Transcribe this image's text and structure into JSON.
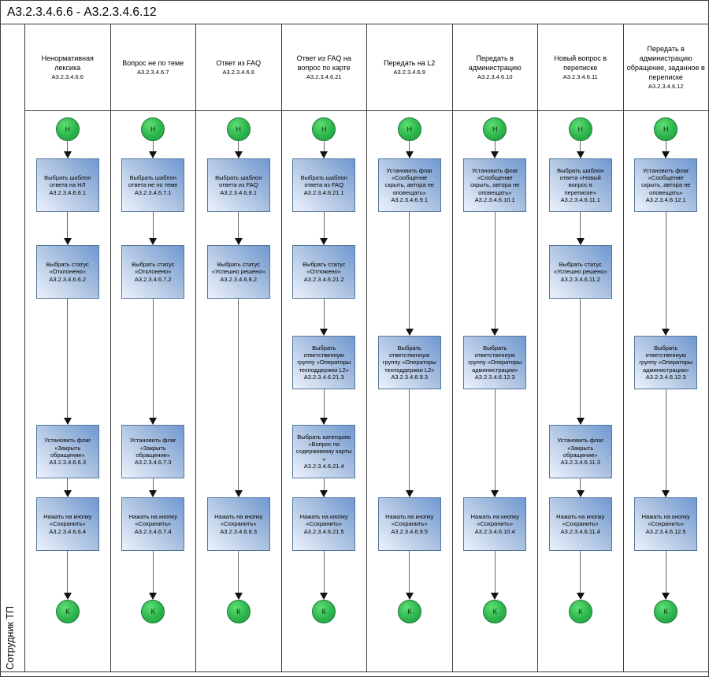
{
  "title": "А3.2.3.4.6.6 - А3.2.3.4.6.12",
  "lane": {
    "label": "Сотрудник ТП"
  },
  "events": {
    "start_label": "Н",
    "end_label": "К"
  },
  "colors": {
    "grid_line": "#3c3c3c",
    "connector_line": "#666666",
    "arrow_head": "#111111",
    "box_border": "#56779f",
    "box_gradient_dark": "#6f98d1",
    "box_gradient_mid": "#a9c0e0",
    "box_gradient_light": "#ecf2fb",
    "event_fill": "#2db54d",
    "event_fill_light": "#5fdf74",
    "event_border": "#1d7a34",
    "text_color": "#000000"
  },
  "columns": [
    {
      "header": "Ненормативная лексика",
      "code": "А3.2.3.4.6.6",
      "steps": [
        {
          "row": 1,
          "label": "Выбрать шаблон ответа на НЛ",
          "code": "А3.2.3.4.6.6.1"
        },
        {
          "row": 2,
          "label": "Выбрать статус «Отклонено»",
          "code": "А3.2.3.4.6.6.2"
        },
        {
          "row": 4,
          "label": "Установить флаг «Закрыть обращение»",
          "code": "А3.2.3.4.6.6.3"
        },
        {
          "row": 5,
          "label": "Нажать на кнопку «Сохранить»",
          "code": "А3.2.3.4.6.6.4"
        }
      ]
    },
    {
      "header": "Вопрос не по теме",
      "code": "А3.2.3.4.6.7",
      "steps": [
        {
          "row": 1,
          "label": "Выбрать шаблон ответа не по теме",
          "code": "А3.2.3.4.6.7.1"
        },
        {
          "row": 2,
          "label": "Выбрать статус «Отклонено»",
          "code": "А3.2.3.4.6.7.2"
        },
        {
          "row": 4,
          "label": "Установить флаг «Закрыть обращение»",
          "code": "А3.2.3.4.6.7.3"
        },
        {
          "row": 5,
          "label": "Нажать на кнопку «Сохранить»",
          "code": "А3.2.3.4.6.7.4"
        }
      ]
    },
    {
      "header": "Ответ из FAQ",
      "code": "А3.2.3.4.6.8",
      "steps": [
        {
          "row": 1,
          "label": "Выбрать шаблон ответа из FAQ",
          "code": "А3.2.3.4.6.8.1"
        },
        {
          "row": 2,
          "label": "Выбрать статус «Успешно решено»",
          "code": "А3.2.3.4.6.8.2"
        },
        {
          "row": 5,
          "label": "Нажать на кнопку «Сохранить»",
          "code": "А3.2.3.4.6.8.3"
        }
      ]
    },
    {
      "header": "Ответ из FAQ на вопрос по карте",
      "code": "А3.2.3.4.6.21",
      "steps": [
        {
          "row": 1,
          "label": "Выбрать шаблон ответа из FAQ",
          "code": "А3.2.3.4.6.21.1"
        },
        {
          "row": 2,
          "label": "Выбрать статус «Отложено»",
          "code": "А3.2.3.4.6.21.2"
        },
        {
          "row": 3,
          "label": "Выбрать ответственную группу «Операторы техподдержки L2»",
          "code": "А3.2.3.4.6.21.3"
        },
        {
          "row": 4,
          "label": "Выбрать категорию «Вопрос по содержимому карты »",
          "code": "А3.2.3.4.6.21.4"
        },
        {
          "row": 5,
          "label": "Нажать на кнопку «Сохранить»",
          "code": "А3.2.3.4.6.21.5"
        }
      ]
    },
    {
      "header": "Передать на L2",
      "code": "А3.2.3.4.6.9",
      "steps": [
        {
          "row": 1,
          "label": "Установить флаг «Сообщение скрыть, автора не оповещать»",
          "code": "А3.2.3.4.6.9.1"
        },
        {
          "row": 3,
          "label": "Выбрать ответственную группу «Операторы техподдержки L2»",
          "code": "А3.2.3.4.6.9.3"
        },
        {
          "row": 5,
          "label": "Нажать на кнопку «Сохранить»",
          "code": "А3.2.3.4.6.9.5"
        }
      ]
    },
    {
      "header": "Передать в администрацию",
      "code": "А3.2.3.4.6.10",
      "steps": [
        {
          "row": 1,
          "label": "Установить флаг «Сообщение скрыть, автора не оповещать»",
          "code": "А3.2.3.4.6.10.1"
        },
        {
          "row": 3,
          "label": "Выбрать ответственную группу «Операторы администрации»",
          "code": "А3.2.3.4.6.12.3"
        },
        {
          "row": 5,
          "label": "Нажать на кнопку «Сохранить»",
          "code": "А3.2.3.4.6.10.4"
        }
      ]
    },
    {
      "header": "Новый вопрос в переписке",
      "code": "А3.2.3.4.6.11",
      "steps": [
        {
          "row": 1,
          "label": "Выбрать шаблон ответа «Новый вопрос в переписке»",
          "code": "А3.2.3.4.6.11.1"
        },
        {
          "row": 2,
          "label": "Выбрать статус «Успешно решено»",
          "code": "А3.2.3.4.6.11.2"
        },
        {
          "row": 4,
          "label": "Установить флаг «Закрыть обращение»",
          "code": "А3.2.3.4.6.11.3"
        },
        {
          "row": 5,
          "label": "Нажать на кнопку «Сохранить»",
          "code": "А3.2.3.4.6.11.4"
        }
      ]
    },
    {
      "header": "Передать в администрацию обращение, заданное в переписке",
      "code": "А3.2.3.4.6.12",
      "steps": [
        {
          "row": 1,
          "label": "Установить флаг «Сообщение скрыть, автора не оповещать»",
          "code": "А3.2.3.4.6.12.1"
        },
        {
          "row": 3,
          "label": "Выбрать ответственную группу «Операторы администрации»",
          "code": "А3.2.3.4.6.12.3"
        },
        {
          "row": 5,
          "label": "Нажать на кнопку «Сохранить»",
          "code": "А3.2.3.4.6.12.5"
        }
      ]
    }
  ]
}
